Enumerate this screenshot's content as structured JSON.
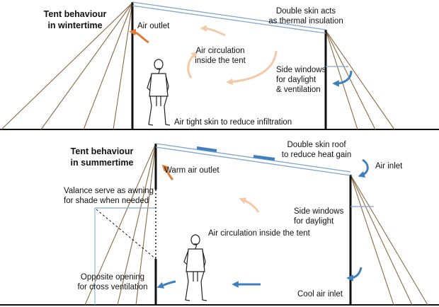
{
  "winter": {
    "title_line1": "Tent behaviour",
    "title_line2": "in wintertime",
    "air_outlet": "Air outlet",
    "double_skin_line1": "Double skin acts",
    "double_skin_line2": "as thermal insulation",
    "circulation_line1": "Air circulation",
    "circulation_line2": "inside the tent",
    "side_windows_line1": "Side windows",
    "side_windows_line2": "for daylight",
    "side_windows_line3": "& ventilation",
    "airtight": "Air tight skin to reduce infiltration"
  },
  "summer": {
    "title_line1": "Tent behaviour",
    "title_line2": "in summertime",
    "double_skin_line1": "Double skin roof",
    "double_skin_line2": "to reduce heat gain",
    "air_inlet": "Air inlet",
    "warm_outlet": "Warm air outlet",
    "valance_line1": "Valance serve as awning",
    "valance_line2": "for shade when needed",
    "side_windows_line1": "Side windows",
    "side_windows_line2": "for daylight",
    "circulation": "Air circulation inside the tent",
    "opposite_line1": "Opposite opening",
    "opposite_line2": "for cross ventilation",
    "cool_inlet": "Cool air inlet"
  },
  "colors": {
    "warm_arrow": "#e07b39",
    "warm_arrow_light": "#f4c9a6",
    "cool_arrow": "#3f7fbf",
    "roof_line": "#7fa7cf",
    "rope": "#8a6a44",
    "structure": "#111111"
  }
}
